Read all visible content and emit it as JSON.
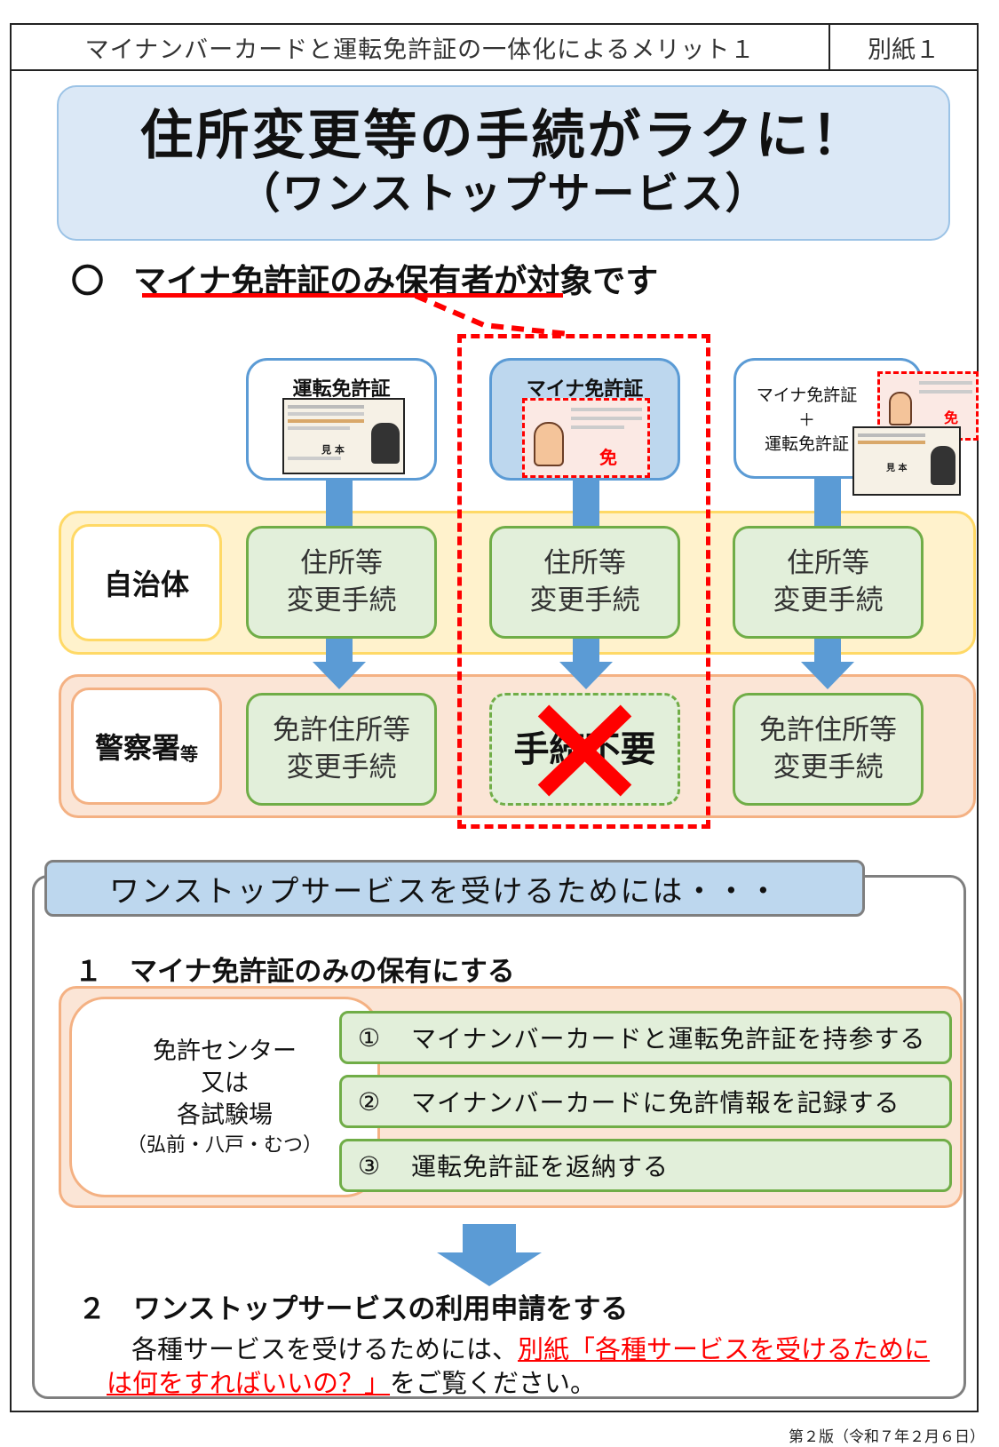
{
  "header": {
    "title": "マイナンバーカードと運転免許証の一体化によるメリット１",
    "attachment": "別紙１"
  },
  "banner": {
    "title": "住所変更等の手続がラクに！",
    "subtitle": "（ワンストップサービス）"
  },
  "target": {
    "bullet": "〇",
    "highlight": "マイナ免許証のみ保有者",
    "rest": "が対象です"
  },
  "cards": {
    "license": "運転免許証",
    "myna": "マイナ免許証",
    "both_line1": "マイナ免許証",
    "both_plus": "＋",
    "both_line2": "運転免許証",
    "menkyo_mark": "免",
    "mihon": "見 本"
  },
  "rows": {
    "municipality": "自治体",
    "police": "警察署",
    "police_suffix": "等"
  },
  "procedures": {
    "address_change_l1": "住所等",
    "address_change_l2": "変更手続",
    "license_change_l1": "免許住所等",
    "license_change_l2": "変更手続",
    "not_needed": "手続不要"
  },
  "section": {
    "title": "ワンストップサービスを受けるためには・・・",
    "step1": "１　マイナ免許証のみの保有にする",
    "center_l1": "免許センター",
    "center_l2": "又は",
    "center_l3": "各試験場",
    "center_l4": "（弘前・八戸・むつ）",
    "actions": [
      {
        "num": "①",
        "text": "マイナンバーカードと運転免許証を持参する"
      },
      {
        "num": "②",
        "text": "マイナンバーカードに免許情報を記録する"
      },
      {
        "num": "③",
        "text": "運転免許証を返納する"
      }
    ],
    "step2": "２　ワンストップサービスの利用申請をする",
    "para_before": "各種サービスを受けるためには、",
    "para_link": "別紙「各種サービスを受けるためには何をすればいいの？」",
    "para_after": "をご覧ください。"
  },
  "footer": "第２版（令和７年２月６日）",
  "colors": {
    "accent_red": "#ff0000",
    "arrow_blue": "#5b9bd5",
    "green_border": "#70ad47",
    "green_fill": "#e2efda",
    "yellow_fill": "#fff2cc",
    "orange_fill": "#fbe5d6",
    "blue_fill": "#bdd7ee"
  }
}
